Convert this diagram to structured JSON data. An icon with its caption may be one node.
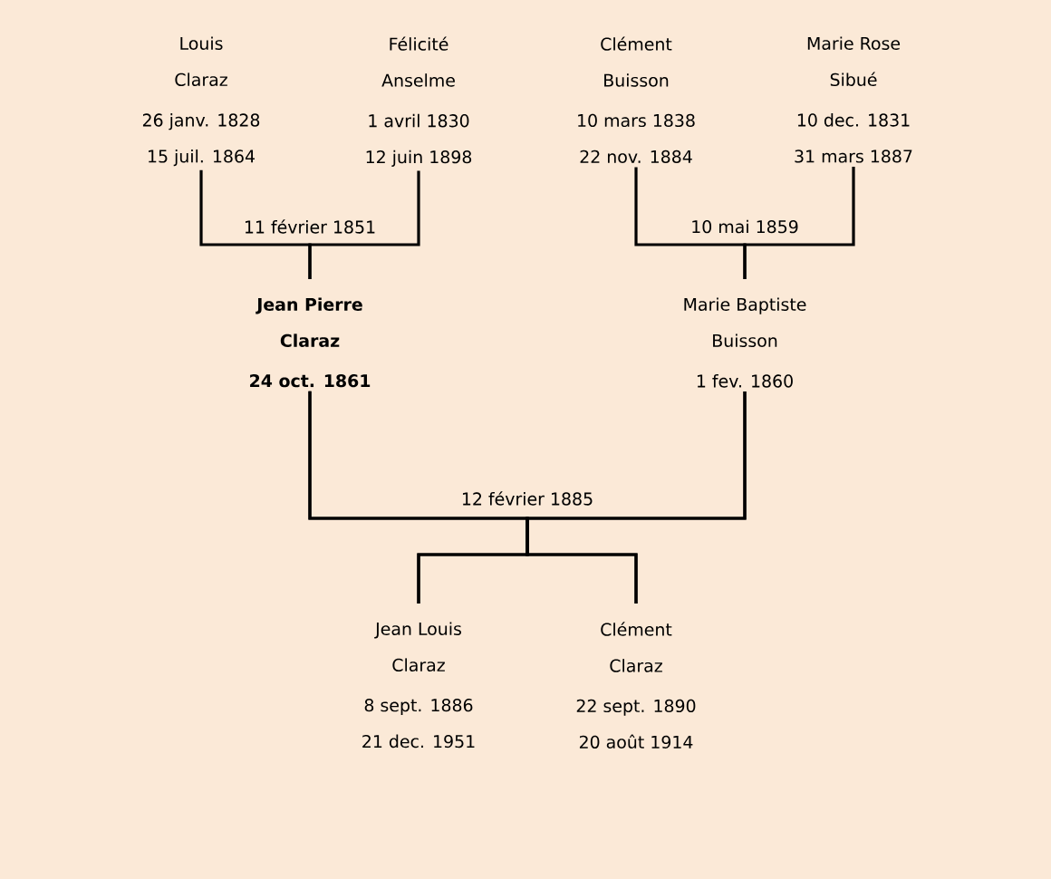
{
  "diagram": {
    "nodes": [
      {
        "text": [
          "Louis Claraz",
          "26 janv. 1828",
          "15 juil. 1864"
        ]
      },
      {
        "text": [
          "Félicité Anselme",
          "1 avril 1830",
          "12 juin 1898"
        ]
      },
      {
        "text": [
          "Clément Buisson",
          "10 mars 1838",
          "22 nov. 1884"
        ]
      },
      {
        "text": [
          "Marie Rose Sibué",
          "10 dec. 1831",
          "31 mars 1887"
        ]
      },
      {
        "text": [
          "Jean Pierre Claraz",
          "24 oct. 1861"
        ]
      },
      {
        "text": [
          "Marie Baptiste Buisson",
          "1 fev. 1860"
        ]
      },
      {
        "text": [
          "Jean Louis Claraz",
          "8 sept. 1886",
          "21 dec. 1951"
        ]
      },
      {
        "text": [
          "Clément Claraz",
          "22 sept. 1890",
          "20 août 1914"
        ]
      }
    ],
    "edges": [
      {
        "from": 0,
        "to": 4,
        "arrow": "none"
      },
      {
        "from": 1,
        "to": 4,
        "arrow": "none"
      },
      {
        "from": 2,
        "to": 5,
        "arrow": "none"
      },
      {
        "from": 3,
        "to": 5,
        "arrow": "none"
      },
      {
        "from": 4,
        "to": 6,
        "arrow": "none"
      },
      {
        "from": 5,
        "to": 6,
        "arrow": "none"
      },
      {
        "from": 4,
        "to": 7,
        "arrow": "none"
      },
      {
        "from": 5,
        "to": 7,
        "arrow": "none"
      }
    ],
    "labels": [
      "11 février 1851",
      "10 mai 1859",
      "12 février 1885"
    ]
  }
}
